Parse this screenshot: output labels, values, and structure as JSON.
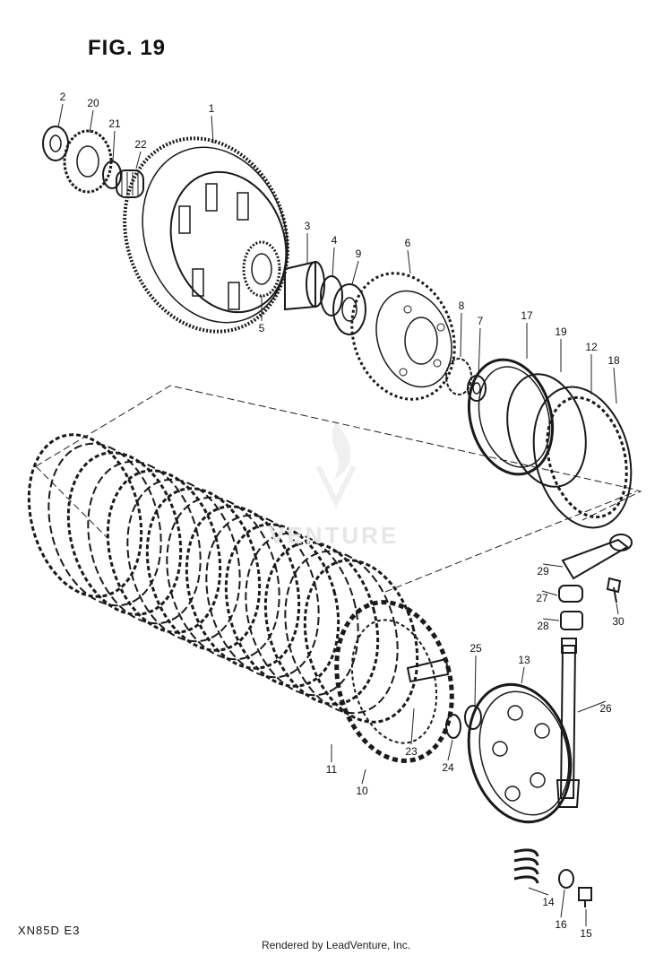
{
  "figure": {
    "title": "FIG. 19",
    "model_code": "XN85D E3"
  },
  "watermark": {
    "text": "VENTURE",
    "icon": "flame-logo-icon"
  },
  "footer": {
    "credit": "Rendered by LeadVenture, Inc."
  },
  "parts": [
    {
      "id": "p1",
      "ref": "1"
    },
    {
      "id": "p2",
      "ref": "2"
    },
    {
      "id": "p3",
      "ref": "3"
    },
    {
      "id": "p4",
      "ref": "4"
    },
    {
      "id": "p5",
      "ref": "5"
    },
    {
      "id": "p6",
      "ref": "6"
    },
    {
      "id": "p7",
      "ref": "7"
    },
    {
      "id": "p8",
      "ref": "8"
    },
    {
      "id": "p9",
      "ref": "9"
    },
    {
      "id": "p10",
      "ref": "10"
    },
    {
      "id": "p11",
      "ref": "11"
    },
    {
      "id": "p12",
      "ref": "12"
    },
    {
      "id": "p13",
      "ref": "13"
    },
    {
      "id": "p14",
      "ref": "14"
    },
    {
      "id": "p15",
      "ref": "15"
    },
    {
      "id": "p16",
      "ref": "16"
    },
    {
      "id": "p17",
      "ref": "17"
    },
    {
      "id": "p18",
      "ref": "18"
    },
    {
      "id": "p19",
      "ref": "19"
    },
    {
      "id": "p20",
      "ref": "20"
    },
    {
      "id": "p21",
      "ref": "21"
    },
    {
      "id": "p22",
      "ref": "22"
    },
    {
      "id": "p23",
      "ref": "23"
    },
    {
      "id": "p24",
      "ref": "24"
    },
    {
      "id": "p25",
      "ref": "25"
    },
    {
      "id": "p26",
      "ref": "26"
    },
    {
      "id": "p27",
      "ref": "27"
    },
    {
      "id": "p28",
      "ref": "28"
    },
    {
      "id": "p29",
      "ref": "29"
    },
    {
      "id": "p30",
      "ref": "30"
    }
  ]
}
